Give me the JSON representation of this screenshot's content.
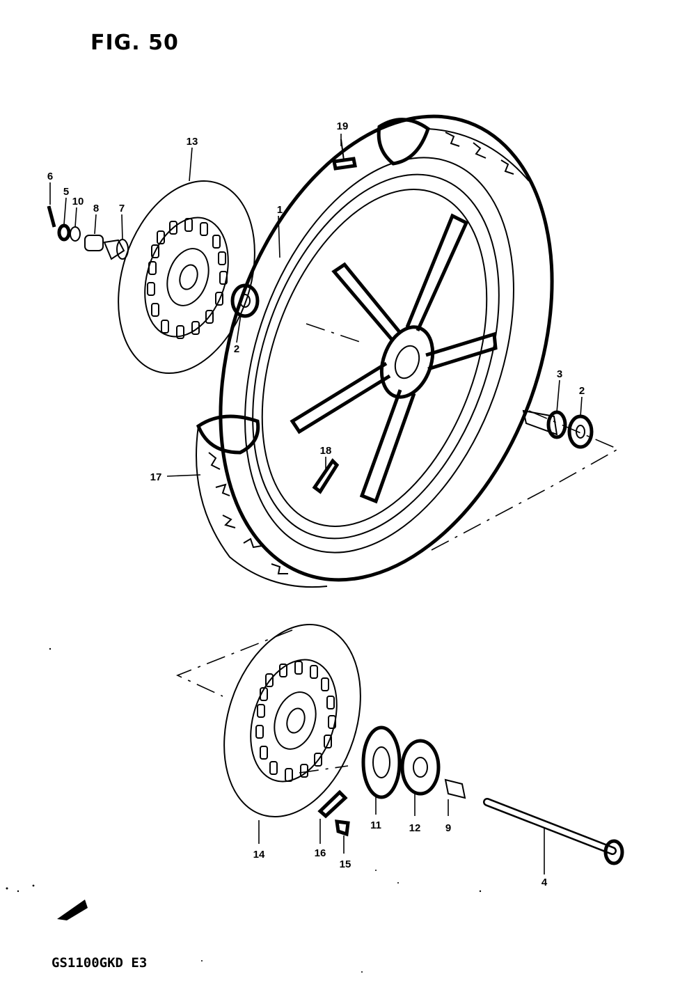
{
  "figure": {
    "title": "FIG. 50",
    "model_code": "GS1100GKD E3"
  },
  "callouts": [
    "1",
    "2",
    "2",
    "3",
    "4",
    "5",
    "6",
    "7",
    "8",
    "9",
    "10",
    "11",
    "12",
    "13",
    "14",
    "15",
    "16",
    "17",
    "18",
    "19"
  ],
  "colors": {
    "ink": "#000000",
    "paper": "#ffffff"
  },
  "icons": [
    "front-direction-arrow-icon"
  ]
}
